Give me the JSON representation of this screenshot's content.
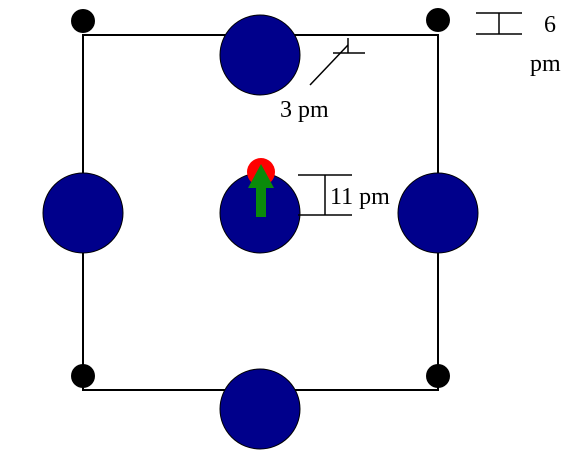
{
  "diagram": {
    "labels": {
      "corner_offset_value": "6",
      "corner_offset_unit": "pm",
      "edge_offset": "3 pm",
      "center_offset": "11 pm"
    },
    "colors": {
      "large_atom": "#00008b",
      "small_atom": "#000000",
      "displaced_atom": "#ff0000",
      "displacement_arrow": "#0a8a0a",
      "lines": "#000000",
      "background": "#ffffff"
    },
    "icons": {
      "displacement": "arrow-up-icon"
    }
  }
}
